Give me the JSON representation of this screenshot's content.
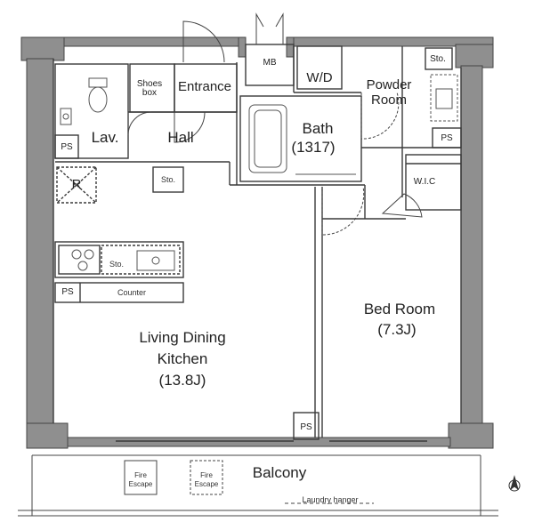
{
  "rooms": {
    "shoes_box": [
      "Shoes",
      "box"
    ],
    "entrance": "Entrance",
    "mb": "MB",
    "wd": "W/D",
    "powder_room": [
      "Powder",
      "Room"
    ],
    "sto_top_right": "Sto.",
    "lav": "Lav.",
    "hall": "Hall",
    "bath": "Bath",
    "bath_size": "(1317)",
    "ps_lav": "PS",
    "ps_powder": "PS",
    "wic": "W.I.C",
    "refrigerator": "R",
    "sto_hall": "Sto.",
    "sto_counter": "Sto.",
    "ps_counter": "PS",
    "counter": "Counter",
    "bed_room": "Bed Room",
    "bed_room_size": "(7.3J)",
    "ldk_lines": [
      "Living Dining",
      "Kitchen",
      "(13.8J)"
    ],
    "ps_bottom": "PS",
    "balcony": "Balcony",
    "fire_escape_1": [
      "Fire",
      "Escape"
    ],
    "fire_escape_2": [
      "Fire",
      "Escape"
    ],
    "laundry_hanger": "Laundry hanger"
  },
  "compass": "north-arrow-icon",
  "colors": {
    "wall": "#8f8f8f",
    "line": "#3a3a3a",
    "fixture": "#555555"
  }
}
